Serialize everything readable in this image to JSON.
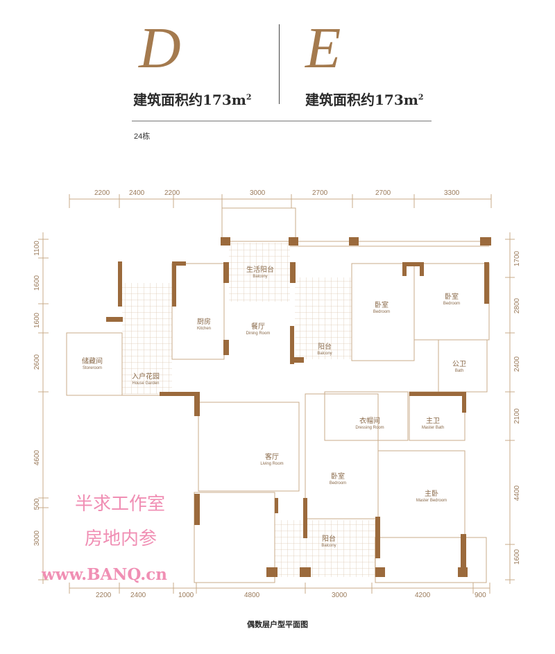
{
  "header": {
    "unit_d": {
      "letter": "D",
      "area_label": "建筑面积约173m",
      "area_sup": "2"
    },
    "unit_e": {
      "letter": "E",
      "area_label": "建筑面积约173m",
      "area_sup": "2"
    },
    "building": "24栋"
  },
  "dimensions": {
    "top": [
      "2200",
      "2400",
      "2200",
      "3000",
      "2700",
      "2700",
      "3300"
    ],
    "bottom": [
      "2200",
      "2400",
      "1000",
      "4800",
      "3000",
      "4200",
      "900"
    ],
    "left": [
      "1100",
      "1600",
      "1600",
      "2600",
      "4600",
      "500",
      "3000"
    ],
    "right": [
      "1700",
      "2800",
      "2400",
      "2100",
      "4400",
      "1600"
    ]
  },
  "rooms": {
    "utility_balcony": {
      "zh": "生活阳台",
      "en": "Balcony"
    },
    "kitchen": {
      "zh": "厨房",
      "en": "Kitchen"
    },
    "dining": {
      "zh": "餐厅",
      "en": "Dining Room"
    },
    "balcony_north": {
      "zh": "阳台",
      "en": "Balcony"
    },
    "bedroom_1": {
      "zh": "卧室",
      "en": "Bedroom"
    },
    "bedroom_2": {
      "zh": "卧室",
      "en": "Bedroom"
    },
    "house_garden": {
      "zh": "入户花园",
      "en": "House Garden"
    },
    "storeroom": {
      "zh": "储藏间",
      "en": "Storeroom"
    },
    "bath": {
      "zh": "公卫",
      "en": "Bath"
    },
    "dressing": {
      "zh": "衣帽间",
      "en": "Dressing Room"
    },
    "master_bath": {
      "zh": "主卫",
      "en": "Master Bath"
    },
    "living": {
      "zh": "客厅",
      "en": "Living Room"
    },
    "bedroom_3": {
      "zh": "卧室",
      "en": "Bedroom"
    },
    "master_bedroom": {
      "zh": "主卧",
      "en": "Master Bedroom"
    },
    "balcony_south": {
      "zh": "阳台",
      "en": "Balcony"
    }
  },
  "watermark": {
    "line1": "半求工作室",
    "line2": "房地内参",
    "url": "www.BANQ.cn"
  },
  "caption": "偶数层户型平面图",
  "colors": {
    "accent": "#a47a4e",
    "wall": "#9b6a3c",
    "line": "#c9ab8a",
    "watermark": "#f08fb4"
  }
}
